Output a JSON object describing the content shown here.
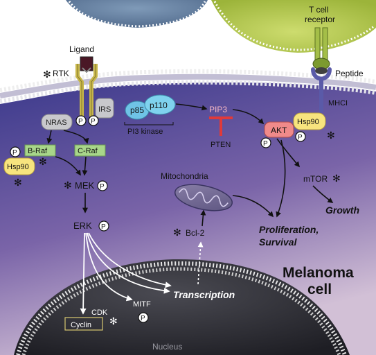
{
  "labels": {
    "t_cell_receptor_line1": "T cell",
    "t_cell_receptor_line2": "receptor",
    "ligand": "Ligand",
    "rtk": "RTK",
    "irs": "IRS",
    "nras": "NRAS",
    "p": "P",
    "braf": "B-Raf",
    "craf": "C-Raf",
    "hsp90": "Hsp90",
    "mek": "MEK",
    "erk": "ERK",
    "p85": "p85",
    "p110": "p110",
    "pi3_kinase": "PI3 kinase",
    "pip3": "PIP3",
    "pten": "PTEN",
    "akt": "AKT",
    "peptide": "Peptide",
    "mhci": "MHCI",
    "mtor": "mTOR",
    "growth": "Growth",
    "mitochondria": "Mitochondria",
    "bcl2": "Bcl-2",
    "proliferation": "Proliferation,",
    "survival": "Survival",
    "melanoma": "Melanoma",
    "cell": "cell",
    "transcription": "Transcription",
    "mitf": "MITF",
    "cdk": "CDK",
    "cyclin": "Cyclin",
    "nucleus": "Nucleus",
    "asterisk": "✻"
  },
  "colors": {
    "cytoplasm_top": "#3e3a8a",
    "cytoplasm_bottom": "#c9b5d0",
    "membrane_head": "#f2f2f2",
    "nucleus": "#2f2f36",
    "t_cell": "#b8cc52",
    "green_box": "#a8d68a",
    "hsp90": "#f7e47e",
    "akt": "#f08a8a",
    "p110": "#7fd2ee",
    "pten": "#e03a3a",
    "rtk": "#c7b64a"
  }
}
